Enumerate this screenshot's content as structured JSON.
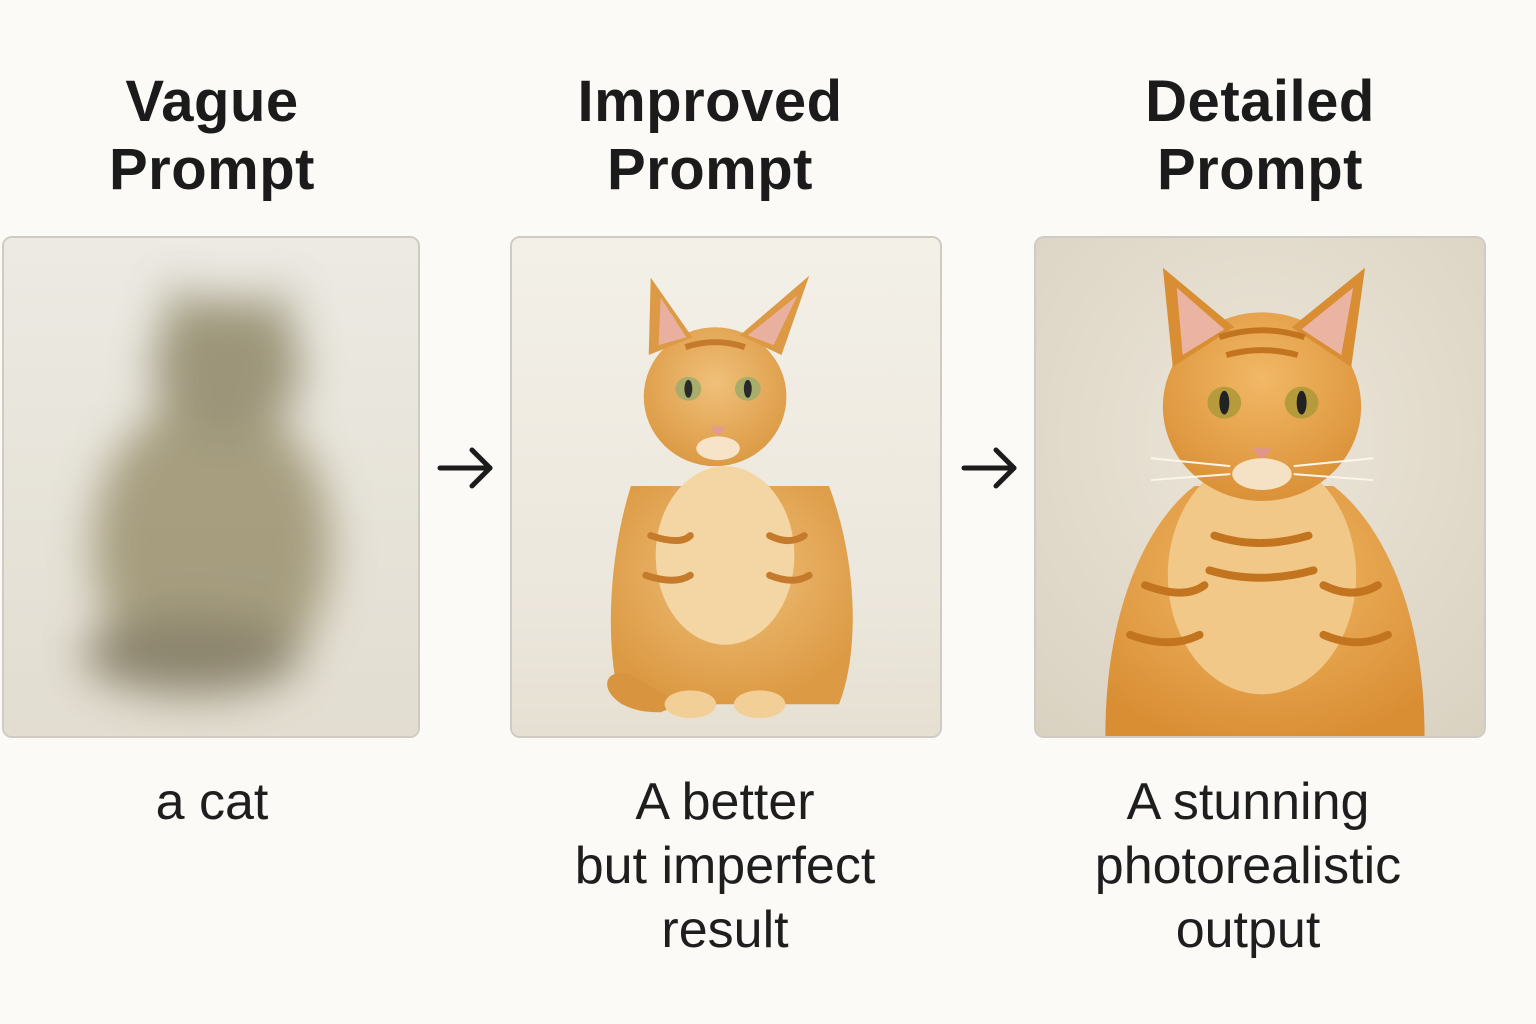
{
  "columns": [
    {
      "title": "Vague\nPrompt",
      "caption": "a cat",
      "image": "blurry-cat-image"
    },
    {
      "title": "Improved\nPrompt",
      "caption": "A better\nbut imperfect\nresult",
      "image": "orange-tabby-cat-image"
    },
    {
      "title": "Detailed\nPrompt",
      "caption": "A stunning\nphotorealistic\noutput",
      "image": "photorealistic-orange-tabby-cat-image"
    }
  ],
  "arrows": [
    {
      "icon": "arrow-right-icon"
    },
    {
      "icon": "arrow-right-icon"
    }
  ],
  "colors": {
    "background": "#fbfaf6",
    "panel_border": "#cfcbc3",
    "cat_fur": "#e0a24a",
    "cat_stripe": "#c97f2c",
    "text": "#1b1b1b"
  }
}
